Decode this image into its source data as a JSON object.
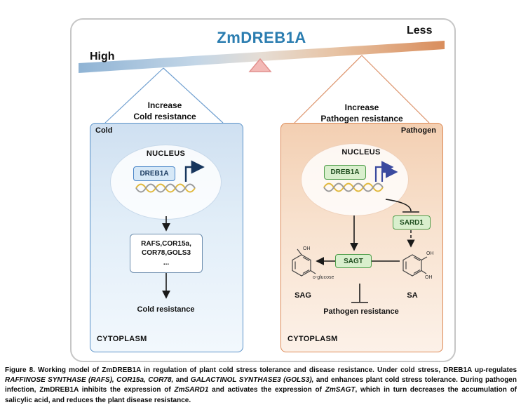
{
  "figure": {
    "title": "ZmDREB1A",
    "balance": {
      "left_label": "High",
      "right_label": "Less"
    },
    "funnel_left": {
      "line1": "Increase",
      "line2": "Cold resistance"
    },
    "funnel_right": {
      "line1": "Increase",
      "line2": "Pathogen resistance"
    },
    "cold_panel": {
      "tag": "Cold",
      "nucleus": "NUCLEUS",
      "tf_box": "DREB1A",
      "genes": {
        "line1": "RAFS,COR15a,",
        "line2": "COR78,GOLS3",
        "line3": "..."
      },
      "outcome": "Cold resistance",
      "compartment": "CYTOPLASM"
    },
    "pathogen_panel": {
      "tag": "Pathogen",
      "nucleus": "NUCLEUS",
      "tf_box": "DREB1A",
      "sard1": "SARD1",
      "sagt": "SAGT",
      "molecules": {
        "sag": {
          "label": "SAG",
          "top_group": "OH",
          "bottom_group": "o-glucose"
        },
        "sa": {
          "label": "SA",
          "top_group": "OH",
          "bottom_group": "OH"
        }
      },
      "outcome": "Pathogen resistance",
      "compartment": "CYTOPLASM"
    }
  },
  "caption": {
    "segments": [
      {
        "t": "Figure 8.  ",
        "b": true
      },
      {
        "t": "Working model of ZmDREB1A in regulation of plant cold stress tolerance and disease resistance. Under cold stress, DREB1A up-regulates "
      },
      {
        "t": "RAFFINOSE SYNTHASE (RAFS), COR15a, COR78,",
        "i": true
      },
      {
        "t": " and "
      },
      {
        "t": "GALACTINOL SYNTHASE3 (GOLS3),",
        "i": true
      },
      {
        "t": " and enhances plant cold stress tolerance. During pathogen infection, ZmDREB1A inhibits the expression of "
      },
      {
        "t": "ZmSARD1",
        "i": true
      },
      {
        "t": " and activates the expression of "
      },
      {
        "t": "ZmSAGT",
        "i": true
      },
      {
        "t": ", which in turn decreases the accumulation of salicylic acid, and reduces the plant disease resistance."
      }
    ]
  },
  "colors": {
    "title": "#2b7db0",
    "beam_left": "#8fb3d4",
    "beam_right": "#d98d5c",
    "fulcrum": "#f3b9b6",
    "cold_border": "#5a92c8",
    "cold_fill_top": "#cfe0f1",
    "pathogen_border": "#dd8a57",
    "pathogen_fill_top": "#f3cfb2",
    "blue_box_fill": "#d6e8f7",
    "blue_box_border": "#4a86c8",
    "green_box_fill": "#d9efcd",
    "green_box_border": "#4e9d49"
  }
}
